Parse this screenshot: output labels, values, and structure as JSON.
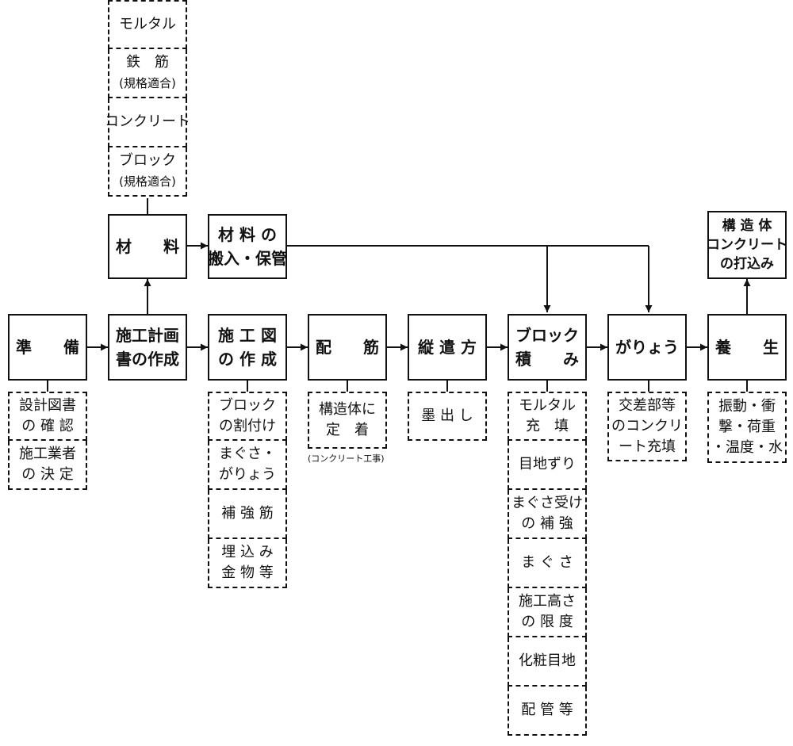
{
  "nodes": {
    "junbi": [
      "準　　備"
    ],
    "sekou_keikaku": [
      "施工計画",
      "書の作成"
    ],
    "zairyo": [
      "材　　料"
    ],
    "hannyu": [
      "材 料 の",
      "搬入・保管"
    ],
    "sekouzu": [
      "施 工 図",
      "の 作 成"
    ],
    "haikin": [
      "配　　筋"
    ],
    "tatefujikata": [
      "縦 遣 方"
    ],
    "block_zumi": [
      "ブロック",
      "積　　み"
    ],
    "garyou": [
      "がりょう"
    ],
    "youjou": [
      "養　　生"
    ],
    "kouzoutai_concrete": [
      "構 造 体",
      "コンクリート",
      "の打込み"
    ]
  },
  "details": {
    "zairyo": [
      [
        "モルタル"
      ],
      [
        "鉄　筋",
        "(規格適合)"
      ],
      [
        "コンクリート"
      ],
      [
        "ブロック",
        "(規格適合)"
      ]
    ],
    "junbi": [
      [
        "設計図書",
        "の 確 認"
      ],
      [
        "施工業者",
        "の 決 定"
      ]
    ],
    "sekouzu": [
      [
        "ブロック",
        "の割付け"
      ],
      [
        "まぐさ・",
        "がりょう"
      ],
      [
        "補 強 筋"
      ],
      [
        "埋 込 み",
        "金 物 等"
      ]
    ],
    "haikin": [
      [
        "構造体に",
        "定　着"
      ]
    ],
    "haikin_note": "(コンクリート工事)",
    "tatefujikata": [
      [
        "墨 出 し"
      ]
    ],
    "block_zumi": [
      [
        "モルタル",
        "充　填"
      ],
      [
        "目地ずり"
      ],
      [
        "まぐさ受け",
        "の 補 強"
      ],
      [
        "ま ぐ さ"
      ],
      [
        "施工高さ",
        "の 限 度"
      ],
      [
        "化粧目地"
      ],
      [
        "配 管 等"
      ]
    ],
    "garyou": [
      [
        "交差部等",
        "のコンクリ",
        "ート充填"
      ]
    ],
    "youjou": [
      [
        "振動・衝",
        "撃・荷重",
        "・温度・水"
      ]
    ]
  }
}
